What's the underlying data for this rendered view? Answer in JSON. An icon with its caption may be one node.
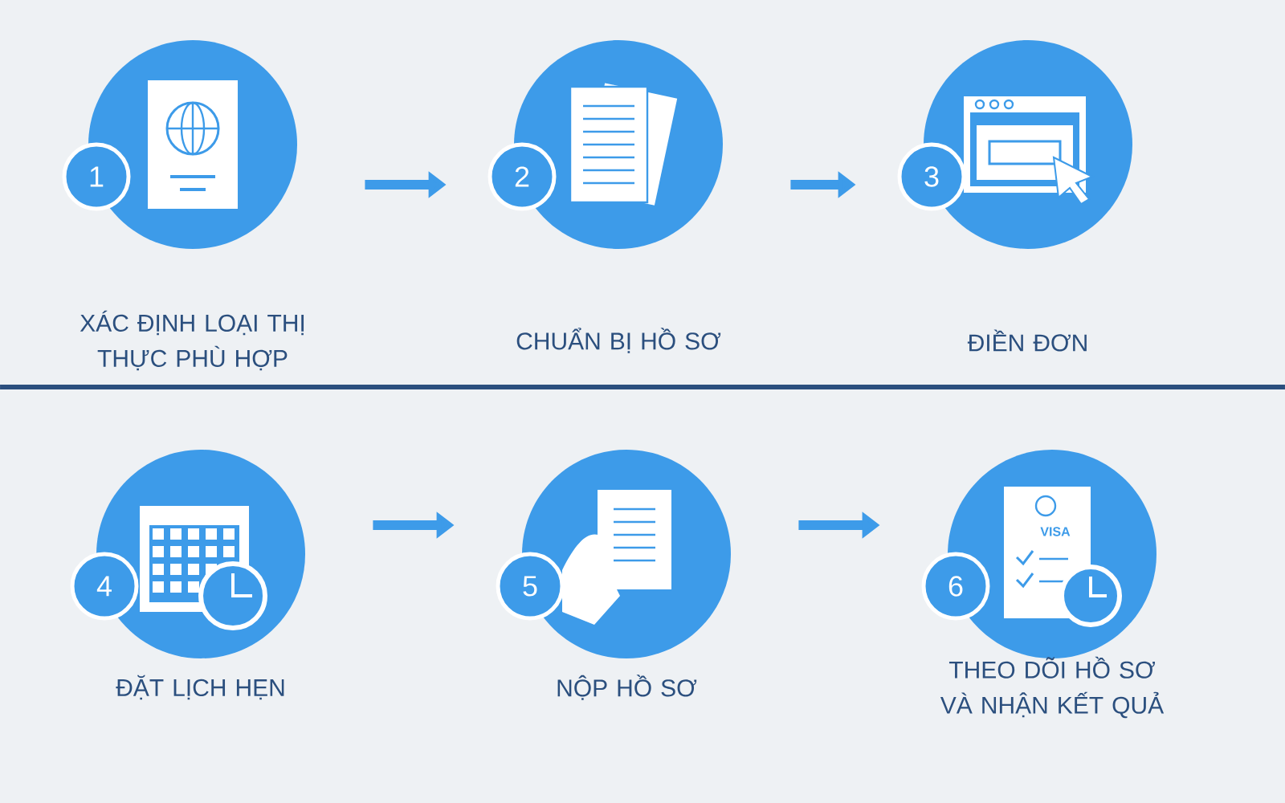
{
  "diagram": {
    "nodes": [
      {
        "text": [
          "1",
          "XÁC ĐỊNH LOẠI THỊ THỰC PHÙ HỢP"
        ]
      },
      {
        "text": [
          "2",
          "CHUẨN BỊ HỒ SƠ"
        ]
      },
      {
        "text": [
          "3",
          "ĐIỀN ĐƠN"
        ]
      },
      {
        "text": [
          "4",
          "ĐẶT LỊCH HẸN"
        ]
      },
      {
        "text": [
          "5",
          "NỘP HỒ SƠ"
        ]
      },
      {
        "text": [
          "6",
          "THEO DÕI HỒ SƠ VÀ NHẬN KẾT QUẢ"
        ]
      }
    ],
    "edges": [
      {
        "from": 0,
        "to": 1,
        "arrow": "to"
      },
      {
        "from": 1,
        "to": 2,
        "arrow": "to"
      },
      {
        "from": 3,
        "to": 4,
        "arrow": "to"
      },
      {
        "from": 4,
        "to": 5,
        "arrow": "to"
      }
    ],
    "labels": [
      "VISA"
    ]
  }
}
